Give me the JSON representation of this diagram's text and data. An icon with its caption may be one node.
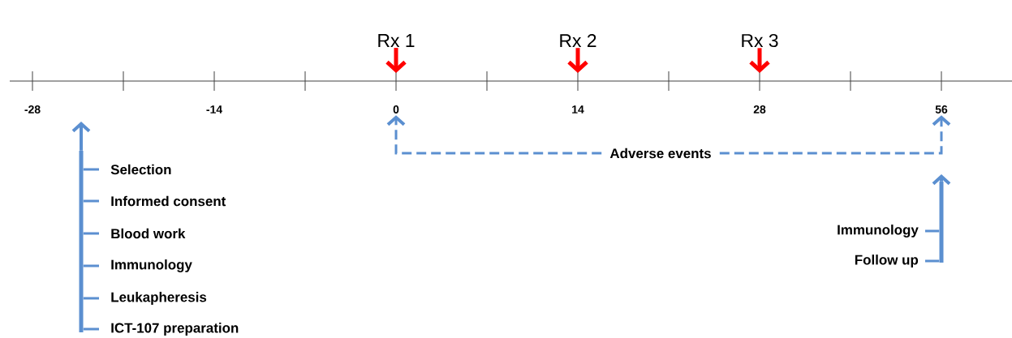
{
  "diagram": {
    "nodes": [
      {
        "text": [
          "Rx 1"
        ]
      },
      {
        "text": [
          "Rx 2"
        ]
      },
      {
        "text": [
          "Rx 3"
        ]
      },
      {
        "text": [
          "-28"
        ]
      },
      {
        "text": [
          "-14"
        ]
      },
      {
        "text": [
          "0"
        ]
      },
      {
        "text": [
          "14"
        ]
      },
      {
        "text": [
          "28"
        ]
      },
      {
        "text": [
          "56"
        ]
      },
      {
        "text": [
          "Selection"
        ]
      },
      {
        "text": [
          "Informed consent"
        ]
      },
      {
        "text": [
          "Blood work"
        ]
      },
      {
        "text": [
          "Immunology"
        ]
      },
      {
        "text": [
          "Leukapheresis"
        ]
      },
      {
        "text": [
          "ICT-107 preparation"
        ]
      },
      {
        "text": [
          "Adverse events"
        ]
      },
      {
        "text": [
          "Immunology"
        ]
      },
      {
        "text": [
          "Follow up"
        ]
      },
      {
        "text": [],
        "shape": "bar"
      },
      {
        "text": [],
        "shape": "bar"
      }
    ],
    "edges": [
      {
        "from": 0,
        "to": null,
        "arrow": "to",
        "color": "#ff0000"
      },
      {
        "from": 1,
        "to": null,
        "arrow": "to",
        "color": "#ff0000"
      },
      {
        "from": 2,
        "to": null,
        "arrow": "to",
        "color": "#ff0000"
      },
      {
        "from": 9,
        "to": 18,
        "arrow": "none"
      },
      {
        "from": 10,
        "to": 18,
        "arrow": "none"
      },
      {
        "from": 11,
        "to": 18,
        "arrow": "none"
      },
      {
        "from": 12,
        "to": 18,
        "arrow": "none"
      },
      {
        "from": 13,
        "to": 18,
        "arrow": "none"
      },
      {
        "from": 14,
        "to": 18,
        "arrow": "none"
      },
      {
        "from": 15,
        "to": 5,
        "arrow": "to",
        "style": "dashed"
      },
      {
        "from": 15,
        "to": 8,
        "arrow": "to",
        "style": "dashed"
      },
      {
        "from": 16,
        "to": 19,
        "arrow": "none"
      },
      {
        "from": 17,
        "to": 19,
        "arrow": "none"
      },
      {
        "from": 18,
        "to": null,
        "arrow": "to"
      },
      {
        "from": 19,
        "to": null,
        "arrow": "to"
      }
    ]
  }
}
